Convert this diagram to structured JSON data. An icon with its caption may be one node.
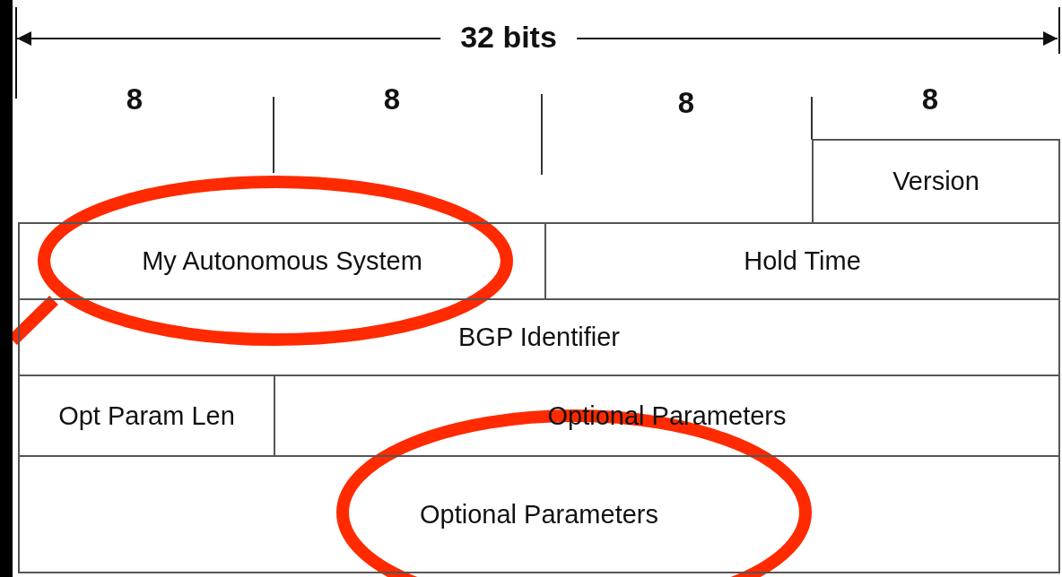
{
  "diagram": {
    "nodes": [
      {
        "text": [
          "Version"
        ]
      },
      {
        "text": [
          "My Autonomous System"
        ]
      },
      {
        "text": [
          "Hold Time"
        ]
      },
      {
        "text": [
          "BGP Identifier"
        ]
      },
      {
        "text": [
          "Opt Param Len"
        ]
      },
      {
        "text": [
          "Optional Parameters"
        ]
      },
      {
        "text": [
          "Optional Parameters"
        ]
      }
    ],
    "labels": [
      "32 bits",
      "8",
      "8",
      "8",
      "8"
    ]
  }
}
